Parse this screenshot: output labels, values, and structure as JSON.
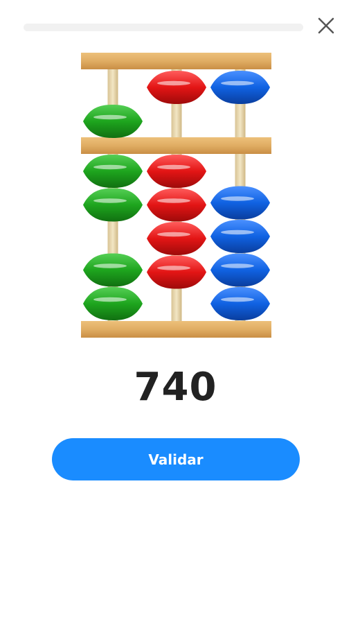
{
  "progress": {
    "fraction": 0
  },
  "icons": {
    "close": "close-icon"
  },
  "abacus": {
    "columns": [
      {
        "color": "green",
        "upper_active": true,
        "lower_active": 2,
        "lower_total": 4
      },
      {
        "color": "red",
        "upper_active": false,
        "lower_active": 4,
        "lower_total": 4
      },
      {
        "color": "blue",
        "upper_active": false,
        "lower_active": 0,
        "lower_total": 4
      }
    ]
  },
  "number": "740",
  "validate_label": "Validar",
  "colors": {
    "accent": "#1a8cff",
    "frame": "#e0ad63",
    "rod": "#e6d4a8",
    "green": "#1ea51e",
    "red": "#e31515",
    "blue": "#1062e2"
  }
}
